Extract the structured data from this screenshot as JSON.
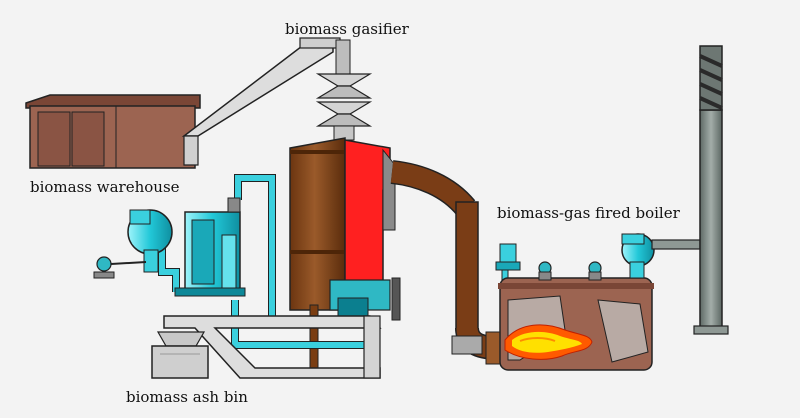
{
  "labels": {
    "gasifier": "biomass gasifier",
    "warehouse": "biomass warehouse",
    "boiler": "biomass-gas fired boiler",
    "ash_bin": "biomass ash bin"
  },
  "colors": {
    "background": "#f3f3f3",
    "warehouse_fill": "#9c6451",
    "gasifier_body": "#8b4a1e",
    "hot_zone": "#ff2020",
    "cyan_equipment": "#22c8d8",
    "duct_gray": "#d8d8d8",
    "stack_gray": "#7f8a85",
    "outline": "#222222",
    "flame_orange": "#ff5a00",
    "flame_yellow": "#ffe000"
  }
}
